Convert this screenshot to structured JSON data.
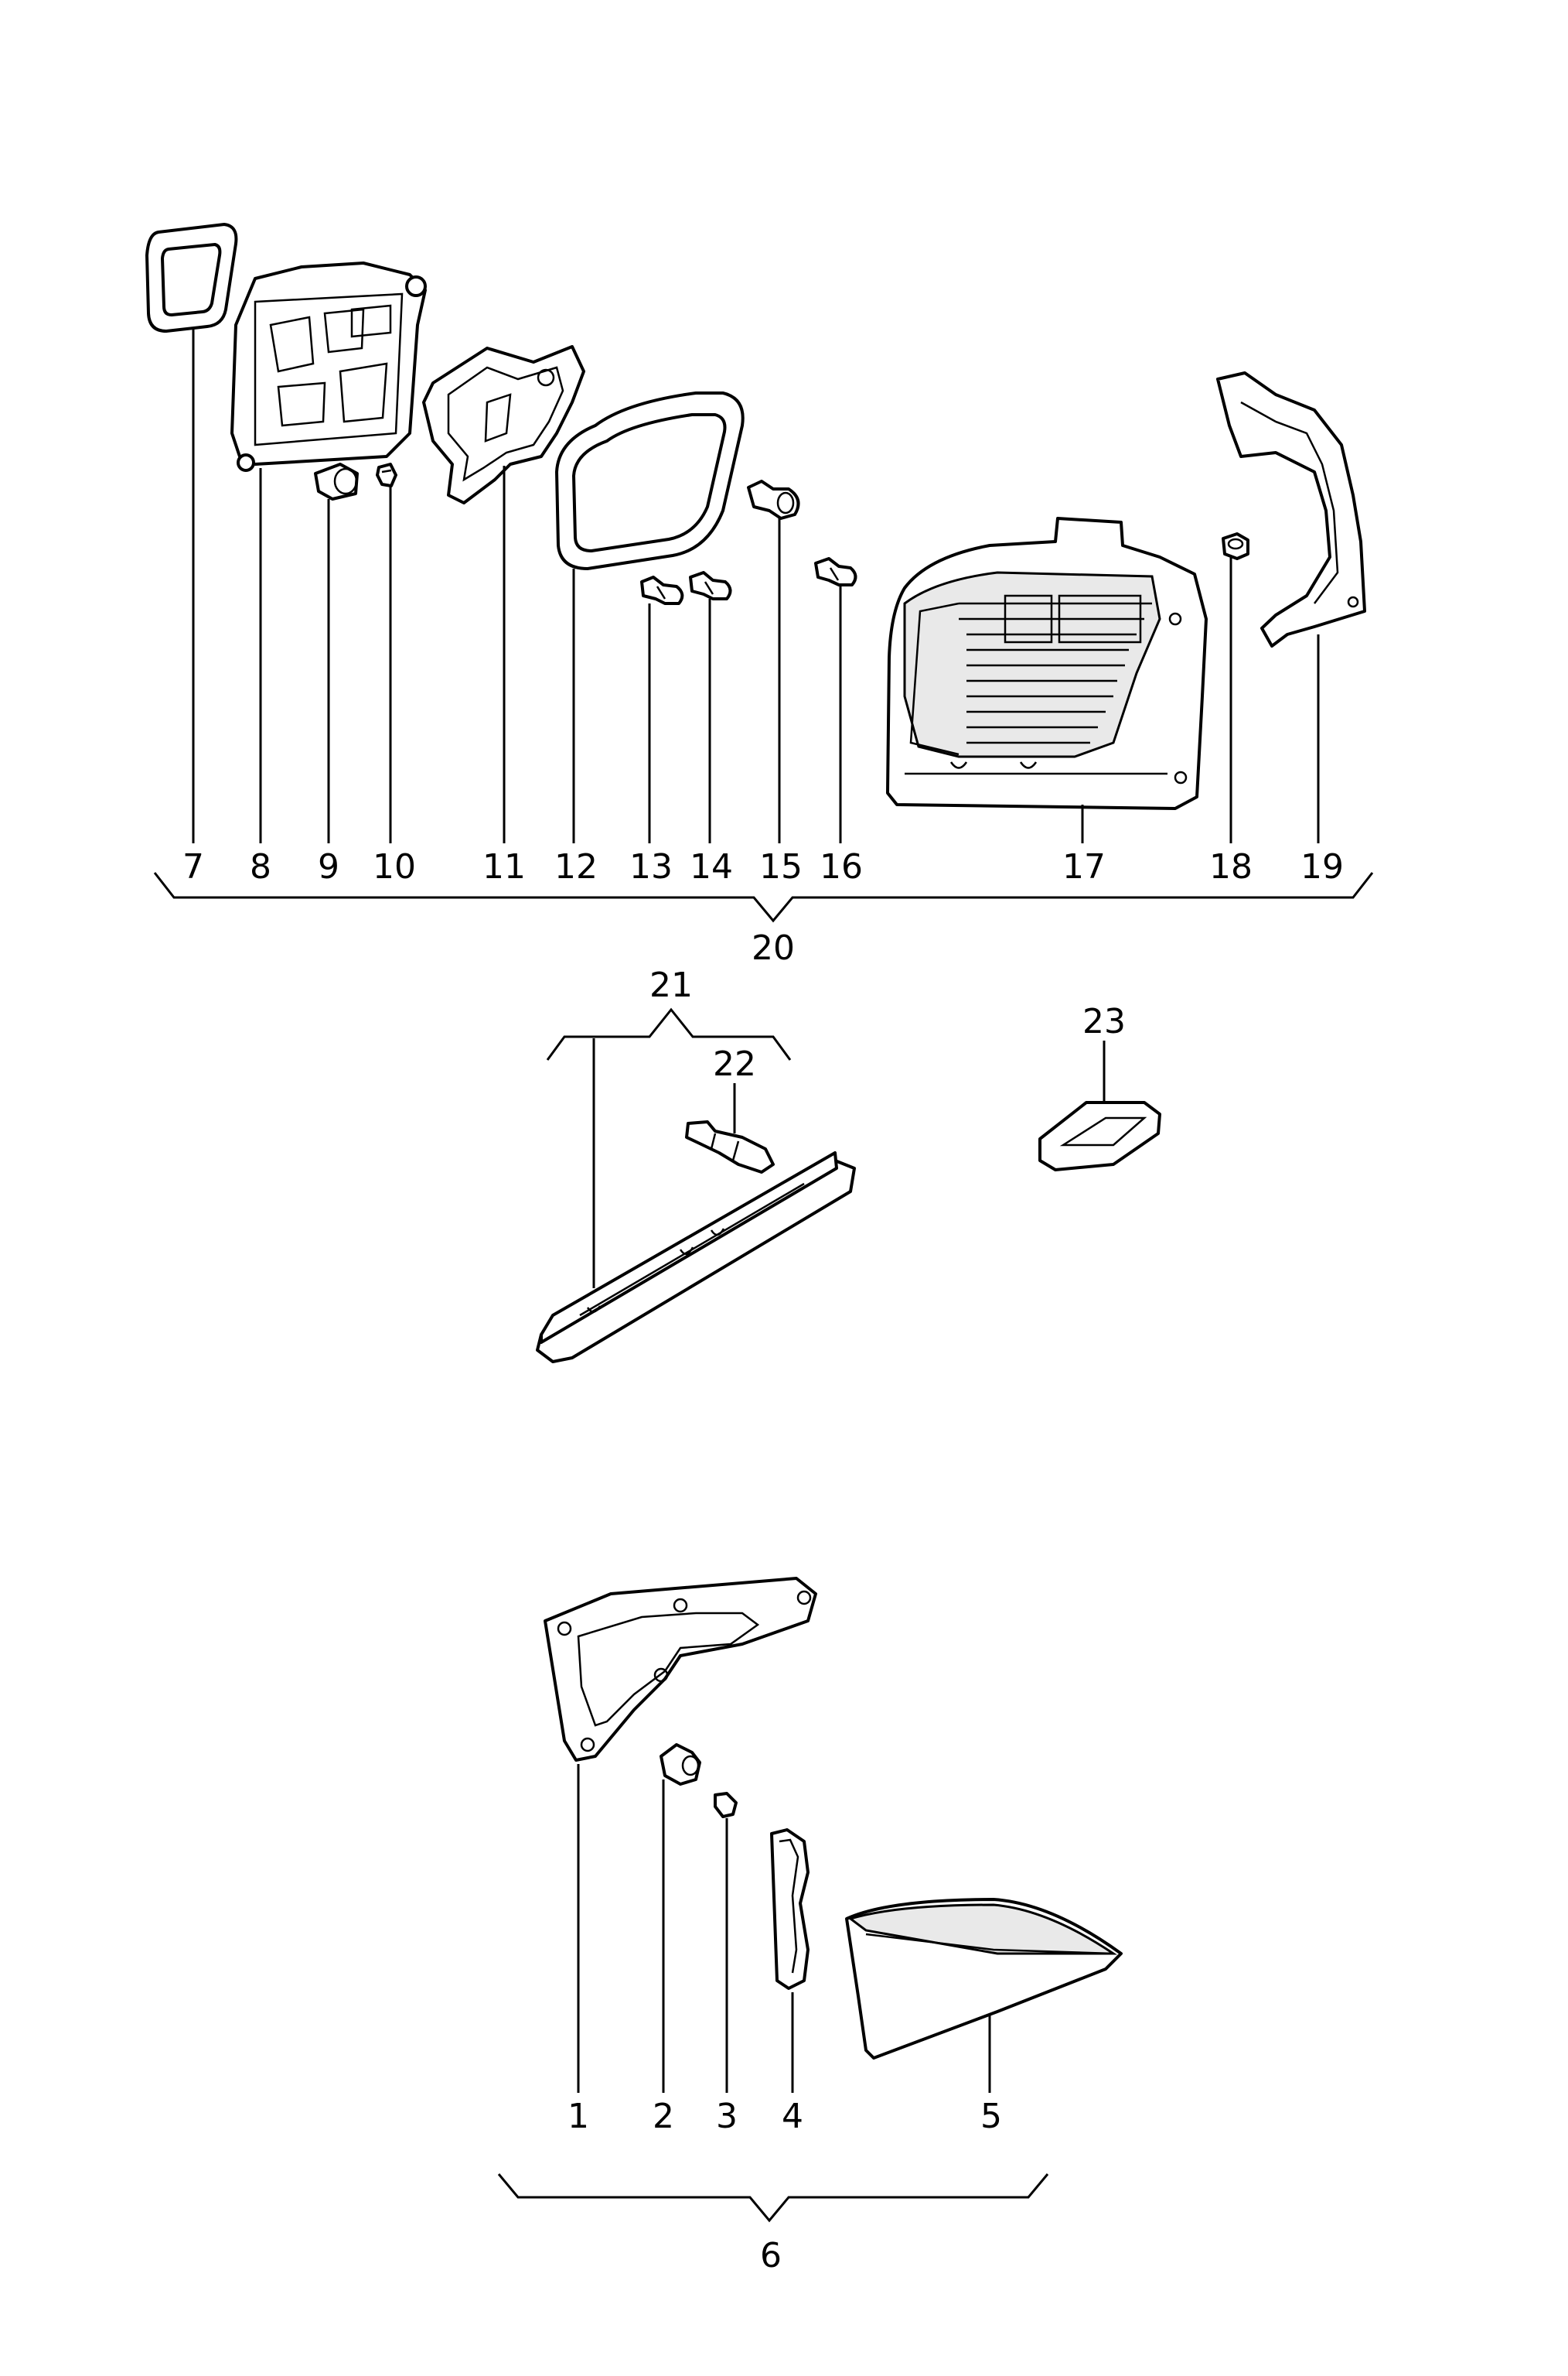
{
  "diagram": {
    "groups": [
      {
        "id": "upper",
        "label": "20",
        "items": [
          "7",
          "8",
          "9",
          "10",
          "11",
          "12",
          "13",
          "14",
          "15",
          "16",
          "17",
          "18",
          "19"
        ]
      },
      {
        "id": "middle",
        "label": "21",
        "items": [
          "22"
        ]
      },
      {
        "id": "single",
        "label": "23",
        "items": []
      },
      {
        "id": "lower",
        "label": "6",
        "items": [
          "1",
          "2",
          "3",
          "4",
          "5"
        ]
      }
    ],
    "callouts": {
      "p1": "1",
      "p2": "2",
      "p3": "3",
      "p4": "4",
      "p5": "5",
      "p6": "6",
      "p7": "7",
      "p8": "8",
      "p9": "9",
      "p10": "10",
      "p11": "11",
      "p12": "12",
      "p13": "13",
      "p14": "14",
      "p15": "15",
      "p16": "16",
      "p17": "17",
      "p18": "18",
      "p19": "19",
      "p20": "20",
      "p21": "21",
      "p22": "22",
      "p23": "23"
    }
  }
}
